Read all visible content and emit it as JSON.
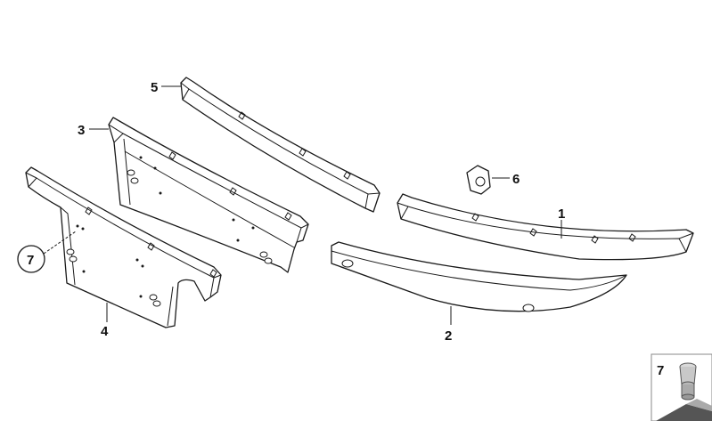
{
  "callouts": {
    "c1": "1",
    "c2": "2",
    "c3": "3",
    "c4": "4",
    "c5": "5",
    "c6": "6",
    "c7_circled": "7",
    "c7_legend": "7"
  },
  "colors": {
    "line": "#1a1a1a",
    "background": "#ffffff",
    "legend_border": "#888888"
  },
  "icons": {
    "part_7": "plug-grommet-icon",
    "bottom_right_corner": "folded-corner-arrow-icon"
  }
}
